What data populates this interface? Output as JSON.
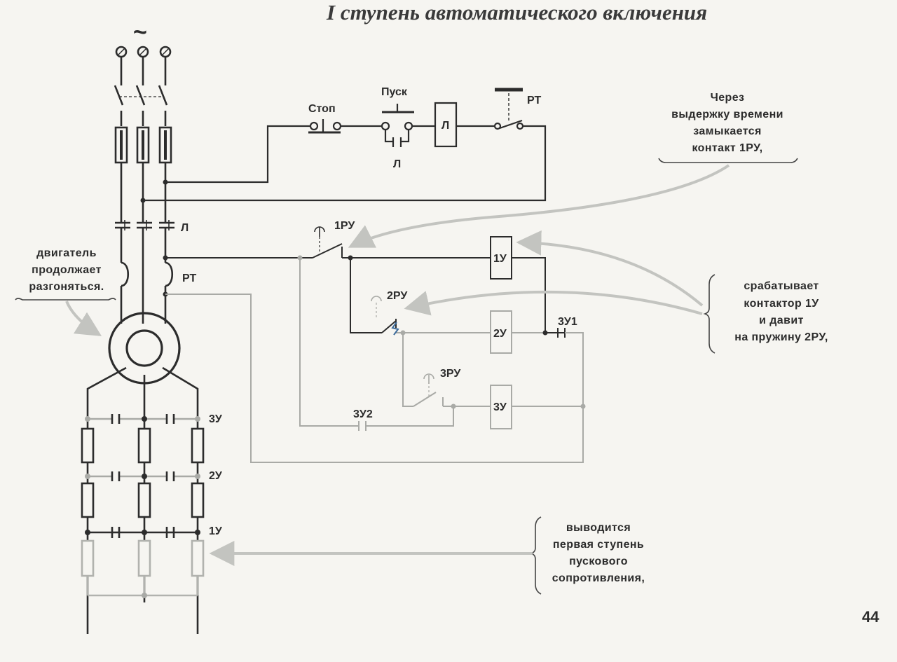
{
  "title": "I ступень автоматического включения",
  "ac_symbol": "~",
  "page_number": "44",
  "control_labels": {
    "stop": "Стоп",
    "start": "Пуск",
    "start_contact": "Л",
    "line_coil": "Л",
    "thermal_relay": "РТ"
  },
  "power_labels": {
    "line_contacts": "Л",
    "thermal_relay": "РТ",
    "step3": "3У",
    "step2": "2У",
    "step1": "1У"
  },
  "relay_labels": {
    "r1": "1РУ",
    "r2": "2РУ",
    "r3": "3РУ",
    "c1": "1У",
    "c2": "2У",
    "c3": "3У",
    "aux1": "3У1",
    "aux2": "3У2"
  },
  "notes": {
    "motor": [
      "двигатель",
      "продолжает",
      "разгоняться."
    ],
    "timer": [
      "Через",
      "выдержку времени",
      "замыкается",
      "контакт 1РУ,"
    ],
    "contactor": [
      "срабатывает",
      "контактор 1У",
      "и давит",
      "на пружину 2РУ,"
    ],
    "resistance": [
      "выводится",
      "первая ступень",
      "пускового",
      "сопротивления,"
    ]
  },
  "colors": {
    "ink": "#2c2c2c",
    "faded": "#a9aaa6",
    "paper": "#f6f5f1",
    "arrow": "#b7b8b4"
  }
}
